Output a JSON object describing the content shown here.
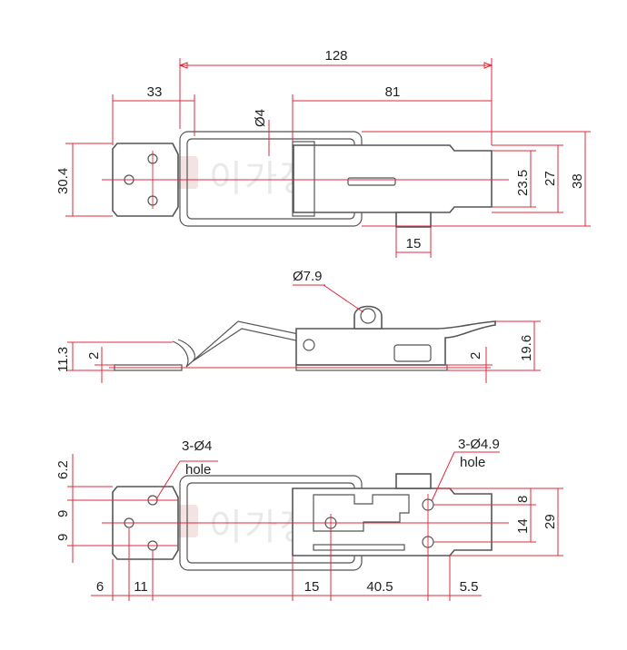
{
  "watermark": {
    "text": "이가장식철물"
  },
  "top_view": {
    "dims": {
      "overall": "128",
      "left": "33",
      "right": "81",
      "hole": "Ø4",
      "height_left": "30.4",
      "inner": "23.5",
      "mid": "27",
      "height": "38",
      "tab": "15"
    }
  },
  "side_view": {
    "dims": {
      "ring": "Ø7.9",
      "height_left": "11.3",
      "thick_left": "2",
      "thick_right": "2",
      "height_right": "19.6"
    }
  },
  "bottom_view": {
    "dims": {
      "top_offset": "6.2",
      "pitch_a": "9",
      "pitch_b": "9",
      "w1": "6",
      "w2": "11",
      "w3": "15",
      "w4": "40.5",
      "w5": "5.5",
      "h1": "8",
      "h2": "14",
      "h3": "29"
    },
    "labels": {
      "left_holes": "3-Ø4",
      "left_holes_sub": "hole",
      "right_holes": "3-Ø4.9",
      "right_holes_sub": "hole"
    }
  },
  "colors": {
    "dimension": "#e0283c",
    "outline": "#555555"
  }
}
